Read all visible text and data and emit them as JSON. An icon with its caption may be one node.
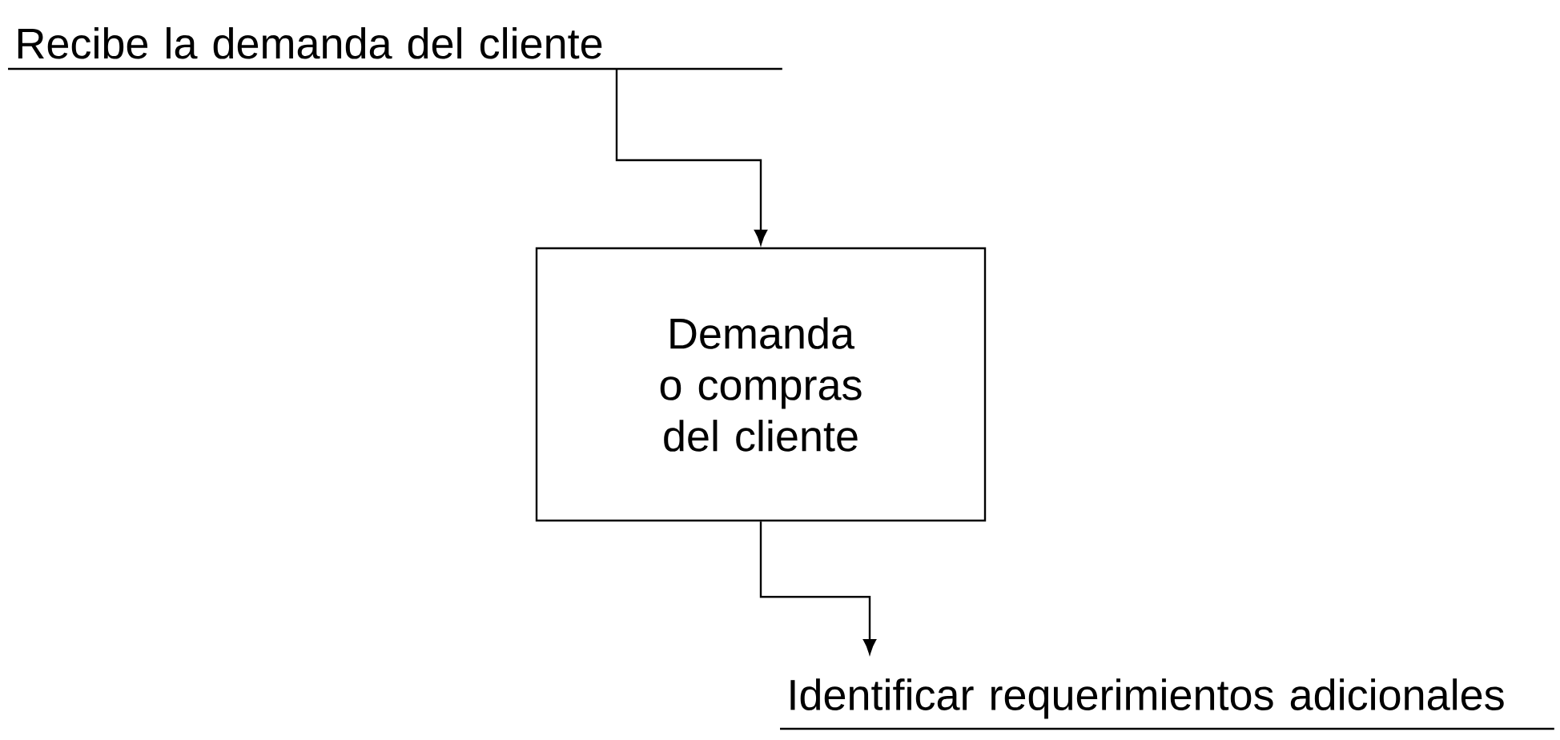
{
  "diagram": {
    "nodes": [
      {
        "text": [
          "Recibe la demanda del cliente"
        ]
      },
      {
        "text": [
          "Demanda o compras del cliente"
        ]
      },
      {
        "text": [
          "Identificar requerimientos adicionales"
        ]
      }
    ],
    "edges": [
      {
        "from": 0,
        "to": 1,
        "arrow": "to"
      },
      {
        "from": 1,
        "to": 2,
        "arrow": "to"
      }
    ]
  }
}
